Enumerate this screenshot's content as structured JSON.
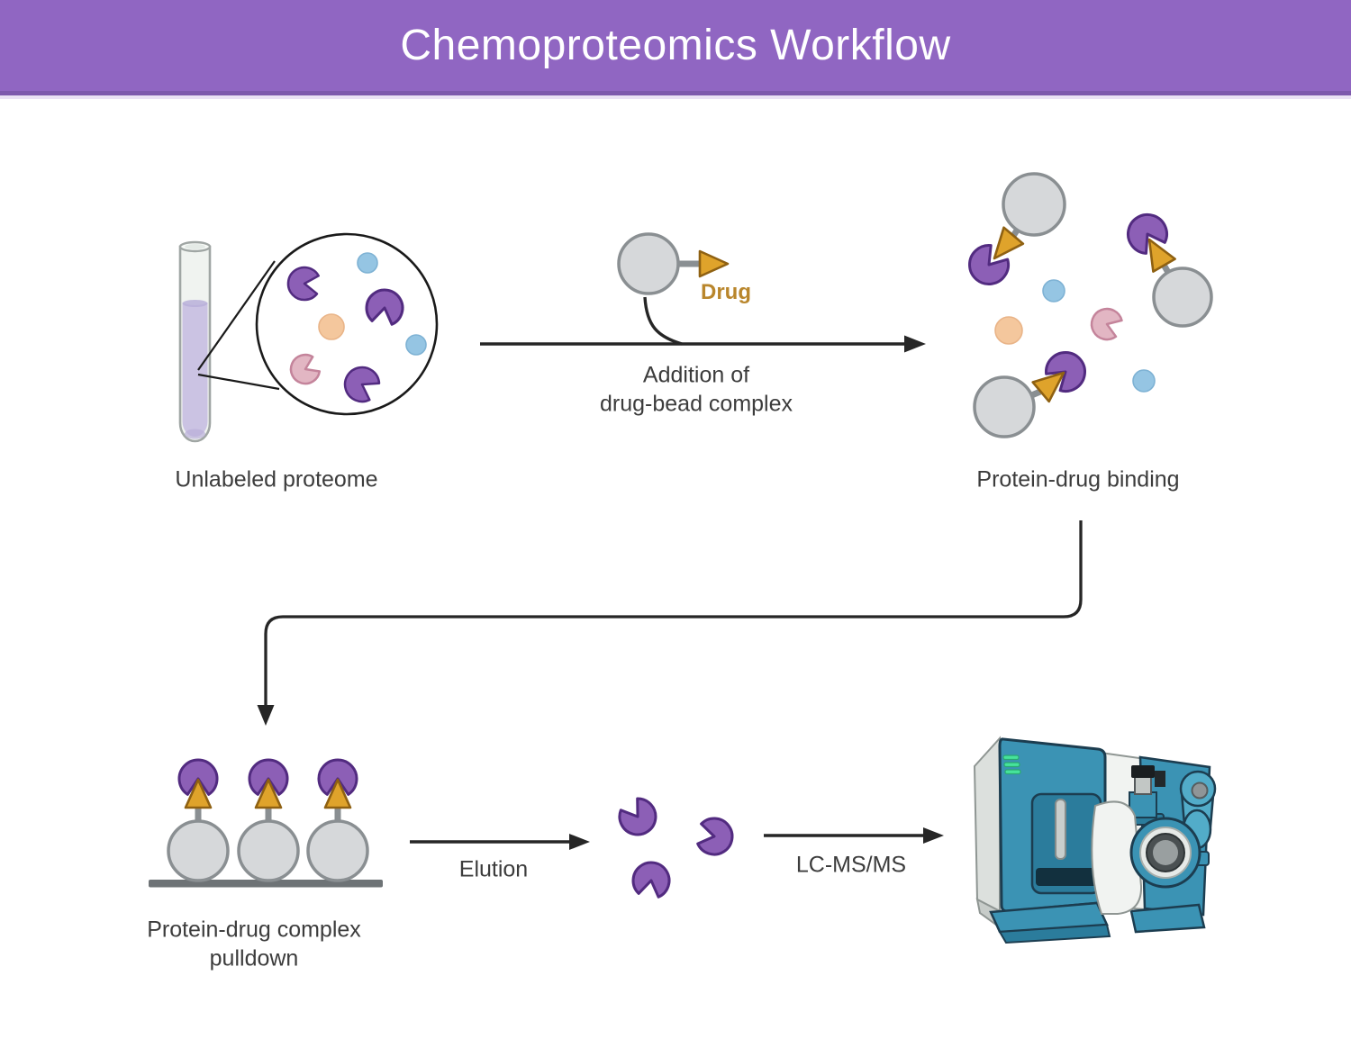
{
  "title": "Chemoproteomics Workflow",
  "labels": {
    "unlabeled_proteome": "Unlabeled proteome",
    "drug": "Drug",
    "addition_line1": "Addition of",
    "addition_line2": "drug-bead complex",
    "protein_drug_binding": "Protein-drug binding",
    "pulldown_line1": "Protein-drug complex",
    "pulldown_line2": "pulldown",
    "elution": "Elution",
    "lc_ms_ms": "LC-MS/MS"
  },
  "icons": {
    "test_tube": "test-tube-icon",
    "magnifier": "magnifier-circle-icon",
    "protein": "protein-pacman-icon",
    "bead": "bead-circle-icon",
    "drug_arrow": "drug-arrowhead-icon",
    "flow_arrow": "arrow-right-icon",
    "mass_spectrometer": "mass-spectrometer-icon"
  },
  "colors": {
    "header_purple": "#9066C2",
    "header_border": "#7D59AC",
    "header_strip": "#EAE2F4",
    "label_text": "#3C3C3C",
    "arrow_black": "#262626",
    "protein_fill": "#8C5FB6",
    "protein_stroke": "#522B80",
    "pink_fill": "#E2B6C3",
    "pink_stroke": "#C4849B",
    "blue_fill": "#95C5E3",
    "blue_stroke": "#7EB2D4",
    "orange_fill": "#F4C79D",
    "orange_stroke": "#E9B488",
    "gold_fill": "#DFA32B",
    "gold_stroke": "#8F6112",
    "gold_text": "#B9862C",
    "bead_fill": "#D6D8DA",
    "bead_stroke": "#8A8F92",
    "glass_fill": "#F0F3F0",
    "glass_stroke": "#A0A6A4",
    "liquid_lavender": "#CBC3E3",
    "liquid_dark": "#B9AFD9",
    "bar_gray": "#6E7376",
    "machine_teal": "#3B93B4",
    "machine_teal_dark": "#2B7C9C",
    "machine_teal_light": "#52ACC9",
    "machine_outline": "#1C3D50",
    "machine_gray": "#DCE0DD",
    "machine_white": "#F1F3F1",
    "led_green": "#46E39B"
  }
}
